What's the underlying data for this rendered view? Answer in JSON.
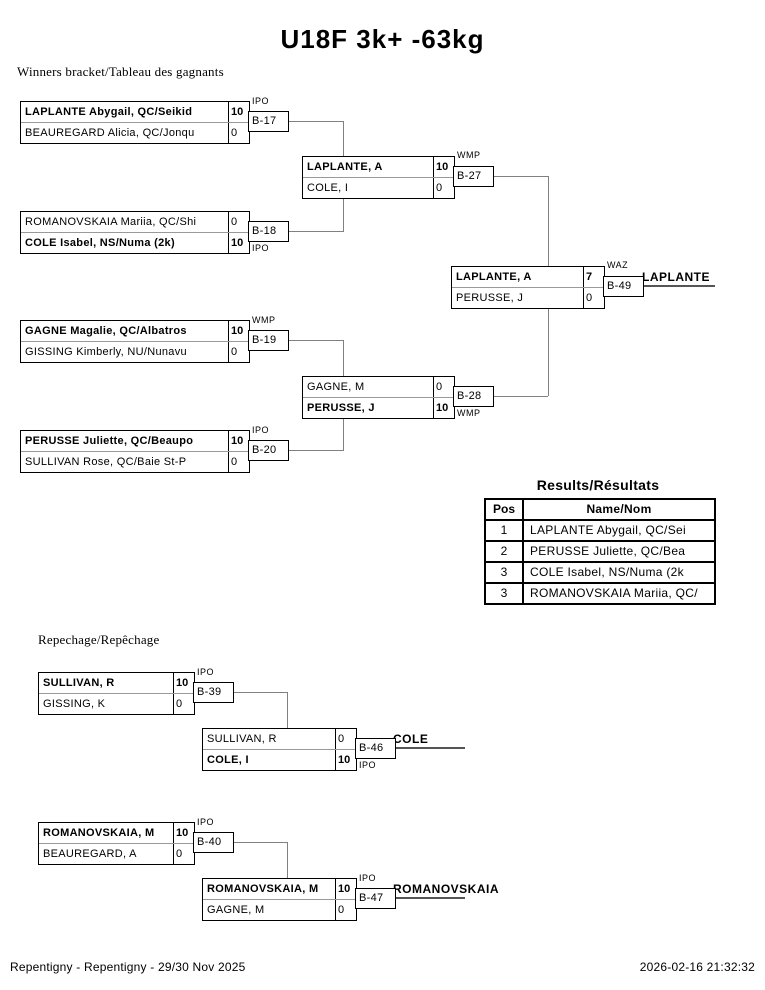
{
  "title": "U18F 3k+ -63kg",
  "winners_section_label": "Winners bracket/Tableau des gagnants",
  "repechage_section_label": "Repechage/Repêchage",
  "matches": {
    "b17": {
      "tag": "B-17",
      "win_type": "IPO",
      "rows": [
        {
          "name": "LAPLANTE Abygail, QC/Seikid",
          "score": "10"
        },
        {
          "name": "BEAUREGARD Alicia, QC/Jonqu",
          "score": "0"
        }
      ]
    },
    "b18": {
      "tag": "B-18",
      "win_type": "IPO",
      "rows": [
        {
          "name": "ROMANOVSKAIA Mariia, QC/Shi",
          "score": "0"
        },
        {
          "name": "COLE Isabel, NS/Numa (2k)",
          "score": "10"
        }
      ]
    },
    "b19": {
      "tag": "B-19",
      "win_type": "WMP",
      "rows": [
        {
          "name": "GAGNE Magalie, QC/Albatros",
          "score": "10"
        },
        {
          "name": "GISSING Kimberly, NU/Nunavu",
          "score": "0"
        }
      ]
    },
    "b20": {
      "tag": "B-20",
      "win_type": "IPO",
      "rows": [
        {
          "name": "PERUSSE Juliette, QC/Beaupo",
          "score": "10"
        },
        {
          "name": "SULLIVAN Rose, QC/Baie St-P",
          "score": "0"
        }
      ]
    },
    "b27": {
      "tag": "B-27",
      "win_type": "WMP",
      "rows": [
        {
          "name": "LAPLANTE, A",
          "score": "10"
        },
        {
          "name": "COLE, I",
          "score": "0"
        }
      ]
    },
    "b28": {
      "tag": "B-28",
      "win_type": "WMP",
      "rows": [
        {
          "name": "GAGNE, M",
          "score": "0"
        },
        {
          "name": "PERUSSE, J",
          "score": "10"
        }
      ]
    },
    "b49": {
      "tag": "B-49",
      "win_type": "WAZ",
      "winner": "LAPLANTE",
      "rows": [
        {
          "name": "LAPLANTE, A",
          "score": "7"
        },
        {
          "name": "PERUSSE, J",
          "score": "0"
        }
      ]
    },
    "b39": {
      "tag": "B-39",
      "win_type": "IPO",
      "rows": [
        {
          "name": "SULLIVAN, R",
          "score": "10"
        },
        {
          "name": "GISSING, K",
          "score": "0"
        }
      ]
    },
    "b46": {
      "tag": "B-46",
      "win_type": "IPO",
      "winner": "COLE",
      "rows": [
        {
          "name": "SULLIVAN, R",
          "score": "0"
        },
        {
          "name": "COLE, I",
          "score": "10"
        }
      ]
    },
    "b40": {
      "tag": "B-40",
      "win_type": "IPO",
      "rows": [
        {
          "name": "ROMANOVSKAIA, M",
          "score": "10"
        },
        {
          "name": "BEAUREGARD, A",
          "score": "0"
        }
      ]
    },
    "b47": {
      "tag": "B-47",
      "win_type": "IPO",
      "winner": "ROMANOVSKAIA",
      "rows": [
        {
          "name": "ROMANOVSKAIA, M",
          "score": "10"
        },
        {
          "name": "GAGNE, M",
          "score": "0"
        }
      ]
    }
  },
  "results": {
    "title": "Results/Résultats",
    "headers": {
      "pos": "Pos",
      "name": "Name/Nom"
    },
    "rows": [
      {
        "pos": "1",
        "name": "LAPLANTE Abygail, QC/Sei"
      },
      {
        "pos": "2",
        "name": "PERUSSE Juliette, QC/Bea"
      },
      {
        "pos": "3",
        "name": "COLE Isabel, NS/Numa (2k"
      },
      {
        "pos": "3",
        "name": "ROMANOVSKAIA Mariia, QC/"
      }
    ]
  },
  "footer": {
    "left": "Repentigny - Repentigny - 29/30 Nov 2025",
    "right": "2026-02-16 21:32:32"
  }
}
